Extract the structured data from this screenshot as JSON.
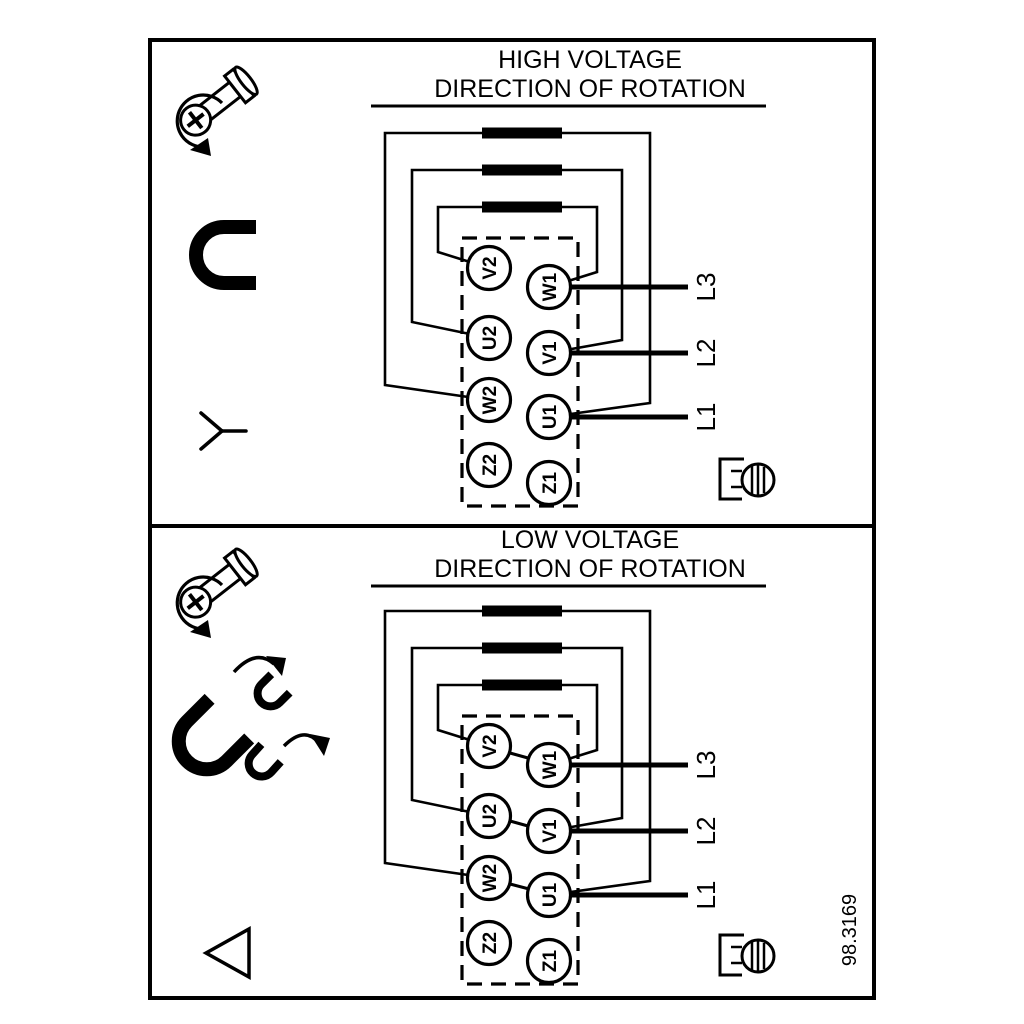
{
  "figure_number": "98.3169",
  "panels": [
    {
      "id": "high-voltage",
      "title_line1": "HIGH VOLTAGE",
      "title_line2": "DIRECTION OF ROTATION",
      "connection_symbol": "star",
      "icons": [
        "screw-rotation-icon",
        "jumper-bracket-icon",
        "star-connection-icon",
        "ground-screw-icon"
      ],
      "terminals": {
        "left": [
          "V2",
          "U2",
          "W2",
          "Z2"
        ],
        "right": [
          "W1",
          "V1",
          "U1",
          "Z1"
        ]
      },
      "supply_lines": [
        "L3",
        "L2",
        "L1"
      ]
    },
    {
      "id": "low-voltage",
      "title_line1": "LOW VOLTAGE",
      "title_line2": "DIRECTION OF ROTATION",
      "connection_symbol": "delta",
      "icons": [
        "screw-rotation-icon",
        "jumper-reposition-icon",
        "delta-connection-icon",
        "ground-screw-icon"
      ],
      "terminals": {
        "left": [
          "V2",
          "U2",
          "W2",
          "Z2"
        ],
        "right": [
          "W1",
          "V1",
          "U1",
          "Z1"
        ]
      },
      "supply_lines": [
        "L3",
        "L2",
        "L1"
      ]
    }
  ]
}
